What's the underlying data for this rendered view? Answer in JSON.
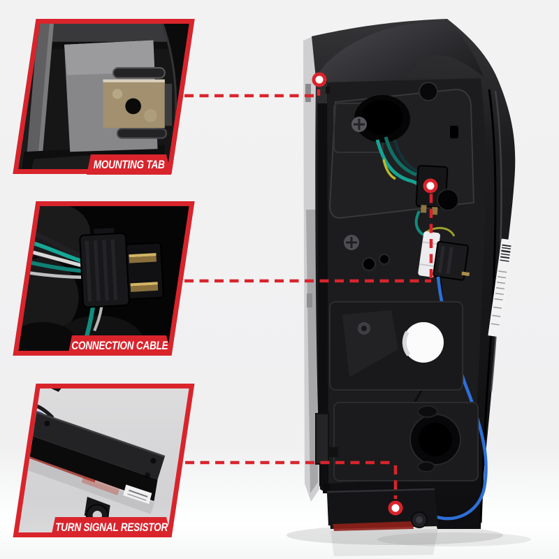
{
  "page": {
    "background_color": "#f1f1f2",
    "accent_red": "#d9242c",
    "type": "annotated product feature image"
  },
  "product": {
    "subject": "tail light housing rear view with wiring harness",
    "body_color": "#1a1a1c",
    "wire_colors": {
      "signal": "#16a796",
      "power": "#2e6fd6",
      "ground": "#d9d9da",
      "accent": "#b9b92e"
    }
  },
  "callouts": [
    {
      "label": "MOUNTING TAB",
      "marker": "red ring at upper-left mounting tab"
    },
    {
      "label": "CONNECTION CABLE",
      "marker": "red ring at harness plug mid-housing"
    },
    {
      "label": "TURN SIGNAL RESISTOR",
      "marker": "red ring at resistor box on lower housing"
    }
  ]
}
